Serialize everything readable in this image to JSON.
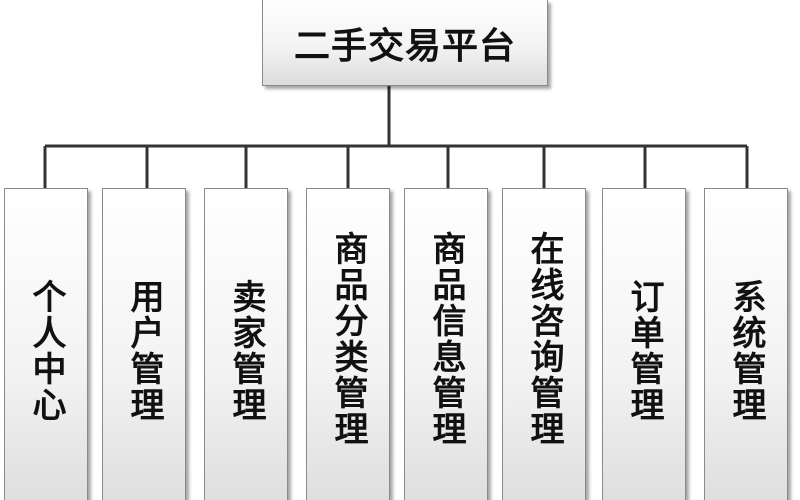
{
  "diagram": {
    "root": {
      "label": "二手交易平台"
    },
    "children": [
      {
        "label": "个人中心"
      },
      {
        "label": "用户管理"
      },
      {
        "label": "卖家管理"
      },
      {
        "label": "商品分类管理"
      },
      {
        "label": "商品信息管理"
      },
      {
        "label": "在线咨询管理"
      },
      {
        "label": "订单管理"
      },
      {
        "label": "系统管理"
      }
    ],
    "colors": {
      "connector": "#333333",
      "box_border": "#8a8a8a",
      "text": "#111111"
    }
  }
}
